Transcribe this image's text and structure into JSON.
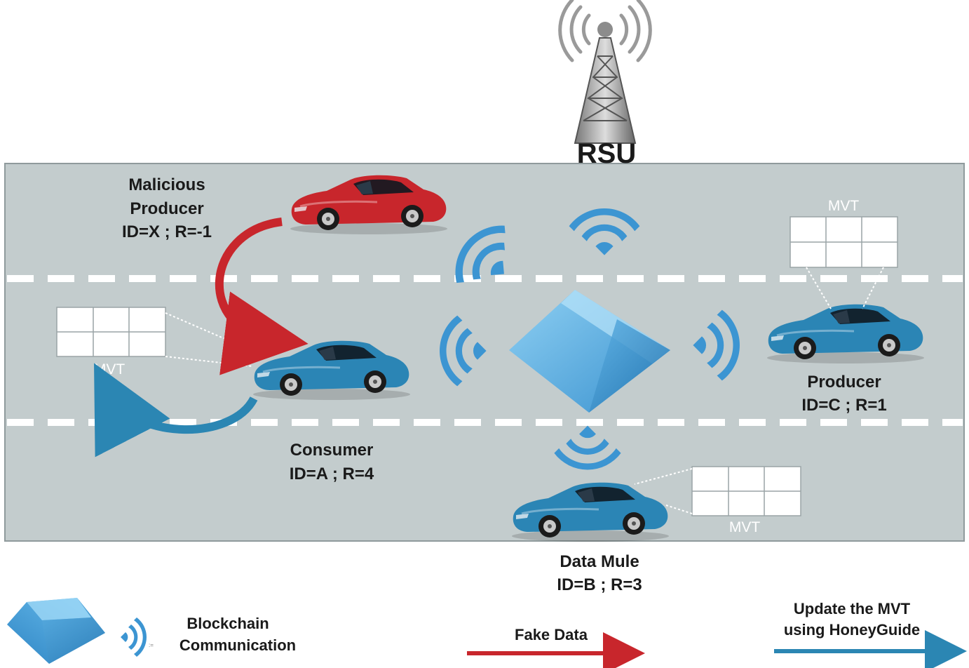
{
  "rsu": {
    "label": "RSU"
  },
  "vehicles": {
    "malicious": {
      "role": "Malicious",
      "role2": "Producer",
      "id_line": "ID=X ; R=-1",
      "color": "#c8262c"
    },
    "consumer": {
      "role": "Consumer",
      "id_line": "ID=A ; R=4",
      "color": "#2b85b5"
    },
    "producer": {
      "role": "Producer",
      "id_line": "ID=C ; R=1",
      "color": "#2b85b5"
    },
    "mule": {
      "role": "Data Mule",
      "id_line": "ID=B ; R=3",
      "color": "#2b85b5"
    }
  },
  "tables": {
    "producer_label": "MVT",
    "consumer_label": "MVT",
    "mule_label": "MVT"
  },
  "legend": {
    "blockchain_line1": "Blockchain",
    "blockchain_line2": "Communication",
    "small_mark": ":=",
    "fake_data": "Fake Data",
    "update_line1": "Update the MVT",
    "update_line2": "using HoneyGuide"
  },
  "colors": {
    "road": "#c3cccd",
    "lane_dash": "#ffffff",
    "signal": "#3c95d2",
    "fake_arrow": "#c8262c",
    "update_arrow": "#2b86b3",
    "blockchain": "#4aa3db"
  }
}
